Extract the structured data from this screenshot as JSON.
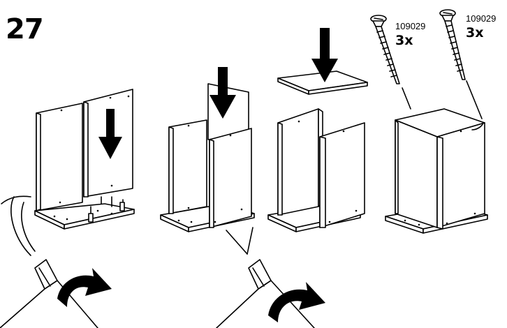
{
  "step": {
    "number": "27"
  },
  "screws": [
    {
      "part_number": "109029",
      "quantity": "3x"
    },
    {
      "part_number": "109029",
      "quantity": "3x"
    }
  ]
}
